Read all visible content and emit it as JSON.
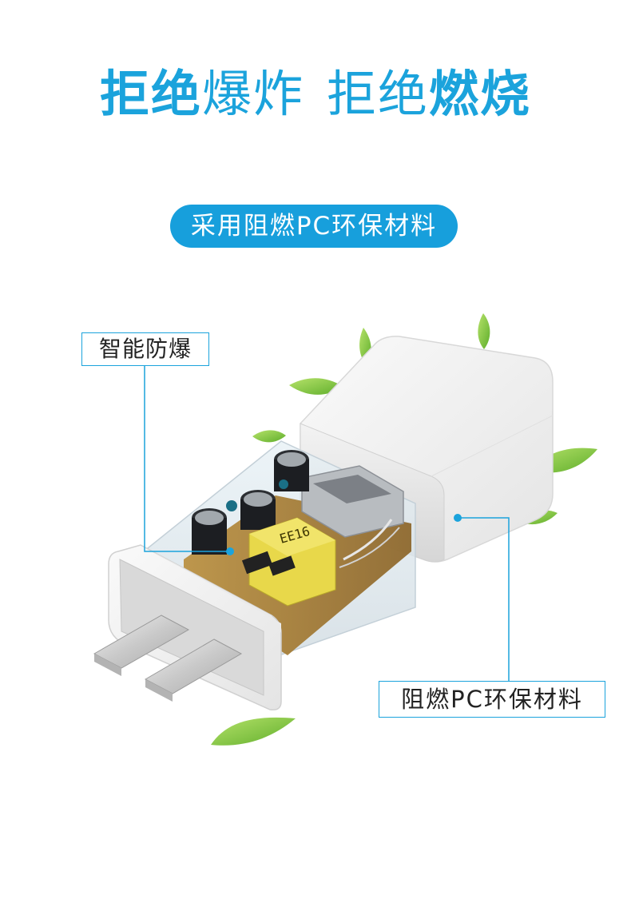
{
  "headline": {
    "part1_bold": "拒绝",
    "part1_normal": "爆炸",
    "part2_normal": "拒绝",
    "part2_bold": "燃烧"
  },
  "subtitle_pill": "采用阻燃PC环保材料",
  "callouts": {
    "explosion_proof": "智能防爆",
    "material": "阻燃PC环保材料"
  },
  "product": {
    "transformer_marking": "EE16"
  },
  "colors": {
    "accent_blue": "#1ba3dc",
    "pill_blue": "#179fdc",
    "leaf_green": "#7cc83a"
  }
}
